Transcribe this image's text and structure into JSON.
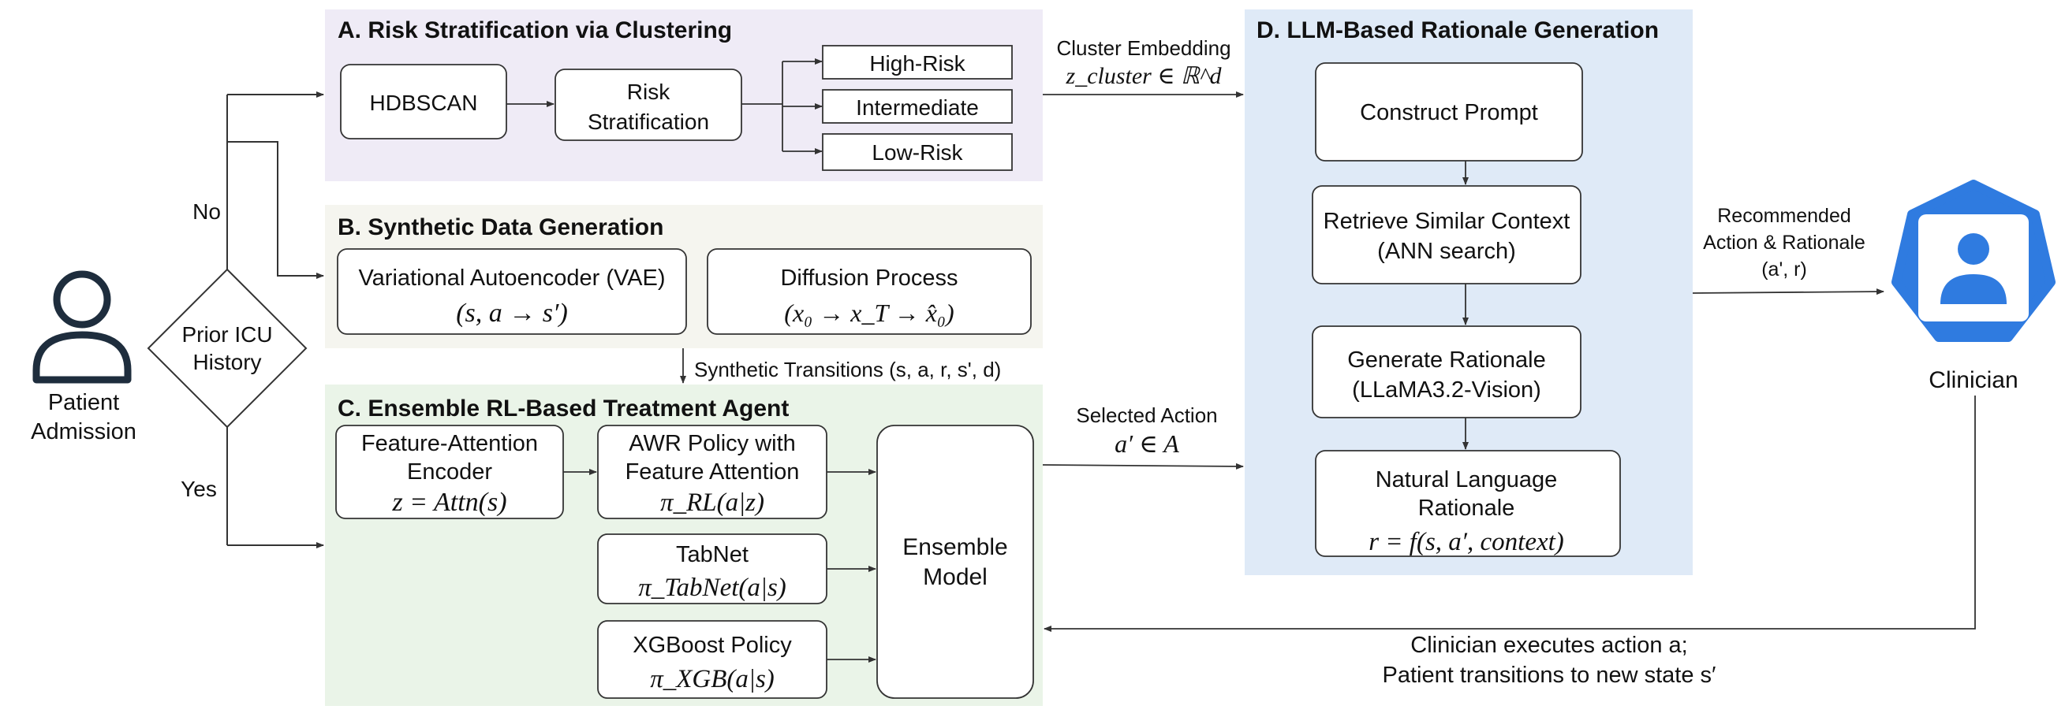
{
  "patient": {
    "line1": "Patient",
    "line2": "Admission"
  },
  "decision": {
    "line1": "Prior ICU",
    "line2": "History",
    "no_label": "No",
    "yes_label": "Yes"
  },
  "panel_a": {
    "title": "A. Risk Stratification via Clustering",
    "hdbscan": "HDBSCAN",
    "risk_line1": "Risk",
    "risk_line2": "Stratification",
    "outputs": [
      "High-Risk",
      "Intermediate",
      "Low-Risk"
    ]
  },
  "panel_b": {
    "title": "B. Synthetic Data Generation",
    "vae_line1": "Variational Autoencoder (VAE)",
    "vae_formula": "(s, a → s′)",
    "diff_line1": "Diffusion Process",
    "diff_formula": "(x₀ → x_T → x̂₀)",
    "transitions": "Synthetic Transitions (s, a, r, s', d)"
  },
  "panel_c": {
    "title": "C. Ensemble RL-Based Treatment Agent",
    "encoder_line1": "Feature-Attention",
    "encoder_line2": "Encoder",
    "encoder_formula": "z = Attn(s)",
    "awr_line1": "AWR Policy with",
    "awr_line2": "Feature Attention",
    "awr_formula": "π_RL(a|z)",
    "tabnet_line1": "TabNet",
    "tabnet_formula": "π_TabNet(a|s)",
    "xgb_line1": "XGBoost Policy",
    "xgb_formula": "π_XGB(a|s)",
    "ensemble_line1": "Ensemble",
    "ensemble_line2": "Model"
  },
  "panel_d": {
    "title": "D. LLM-Based Rationale Generation",
    "prompt": "Construct Prompt",
    "retrieve_line1": "Retrieve Similar Context",
    "retrieve_line2": "(ANN search)",
    "generate_line1": "Generate Rationale",
    "generate_line2": "(LLaMA3.2-Vision)",
    "natural_line1": "Natural Language",
    "natural_line2": "Rationale",
    "natural_formula": "r = f(s, a′, context)"
  },
  "edges": {
    "cluster_line1": "Cluster Embedding",
    "cluster_formula": "z_cluster ∈ ℝ^d",
    "selected_line1": "Selected Action",
    "selected_formula": "a′ ∈ A",
    "recommended_line1": "Recommended",
    "recommended_line2": "Action & Rationale",
    "recommended_line3": "(a', r)",
    "feedback_line1": "Clinician executes action a;",
    "feedback_line2": "Patient transitions to new state s′"
  },
  "clinician": {
    "label": "Clinician"
  },
  "colors": {
    "panel_a": "#efebf6",
    "panel_b": "#f5f5ef",
    "panel_c": "#eaf4e8",
    "panel_d": "#dfeaf7",
    "clinician_blue": "#2f7be0"
  }
}
